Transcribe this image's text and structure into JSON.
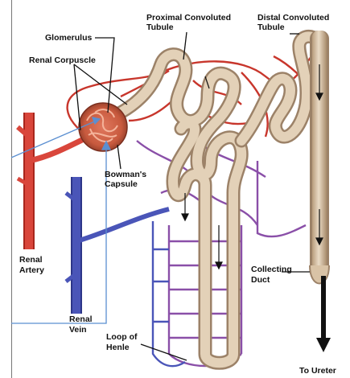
{
  "labels": {
    "glomerulus": "Glomerulus",
    "renal_corpuscle": "Renal Corpuscle",
    "pct_line1": "Proximal Convoluted",
    "pct_line2": "Tubule",
    "dct_line1": "Distal Convoluted",
    "dct_line2": "Tubule",
    "bowmans_line1": "Bowman's",
    "bowmans_line2": "Capsule",
    "renal_artery_line1": "Renal",
    "renal_artery_line2": "Artery",
    "renal_vein_line1": "Renal",
    "renal_vein_line2": "Vein",
    "collecting_line1": "Collecting",
    "collecting_line2": "Duct",
    "loop_line1": "Loop of",
    "loop_line2": "Henle",
    "ureter": "To Ureter"
  },
  "colors": {
    "artery": "#d9463b",
    "artery_dark": "#a8261d",
    "vein": "#4a55b8",
    "vein_dark": "#2d3688",
    "tubule": "#d9c3a6",
    "tubule_edge": "#9c8268",
    "capillary_purple": "#8a4fa8",
    "pointer_blue": "#5b8fd1",
    "arrow": "#111111"
  }
}
